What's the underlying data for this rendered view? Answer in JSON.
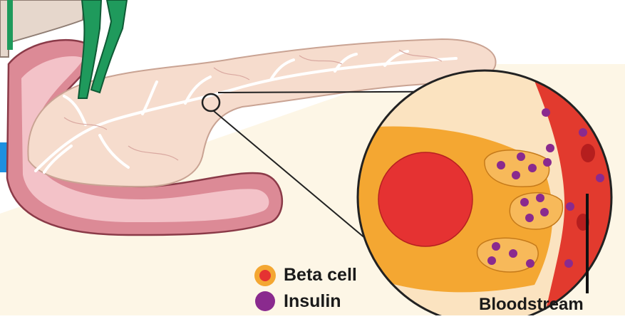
{
  "legend": {
    "beta_cell_label": "Beta cell",
    "insulin_label": "Insulin"
  },
  "callouts": {
    "bloodstream_label": "Bloodstream"
  },
  "colors": {
    "background": "#fdf6e6",
    "pancreas": "#f6dccd",
    "duodenum_outer": "#dc8a96",
    "duodenum_inner": "#f3c2c8",
    "duct": "#eeeeee",
    "green_duct": "#1f9a5c",
    "beta_cell_cytoplasm": "#f4a732",
    "beta_cell_nucleus": "#e53232",
    "insulin_granule": "#8a2a8e",
    "bloodstream": "#e23a2e",
    "accent_blue": "#1e90e0"
  }
}
